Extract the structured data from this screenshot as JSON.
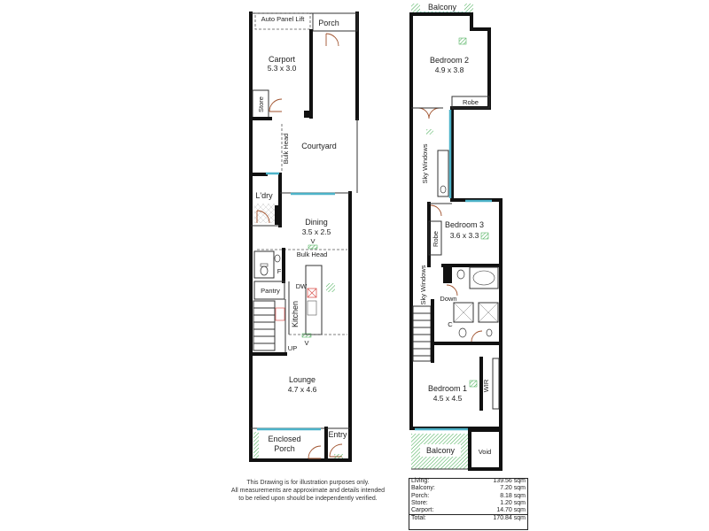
{
  "plan": {
    "ground": {
      "auto_panel_lift": "Auto Panel Lift",
      "porch": "Porch",
      "carport": {
        "name": "Carport",
        "size": "5.3 x 3.0"
      },
      "store": "Store",
      "courtyard": "Courtyard",
      "bulk_head_1": "Bulk Head",
      "laundry": "L'dry",
      "dining": {
        "name": "Dining",
        "size": "3.5 x 2.5"
      },
      "bulk_head_2": "Bulk Head",
      "fridge": "F",
      "pantry": "Pantry",
      "dishwasher": "DW",
      "kitchen": "Kitchen",
      "stairs_up": "UP",
      "v_mark_1": "V",
      "v_mark_2": "V",
      "lounge": {
        "name": "Lounge",
        "size": "4.7 x 4.6"
      },
      "enclosed_porch": {
        "line1": "Enclosed",
        "line2": "Porch"
      },
      "entry": "Entry"
    },
    "upper": {
      "balcony_top": "Balcony",
      "bedroom2": {
        "name": "Bedroom 2",
        "size": "4.9 x 3.8"
      },
      "robe_1": "Robe",
      "sky_windows_1": "Sky Windows",
      "bedroom3": {
        "name": "Bedroom 3",
        "size": "3.6 x 3.3"
      },
      "robe_2": "Robe",
      "sky_windows_2": "Sky Windows",
      "stairs_down": "Down",
      "cupboard": "C",
      "bedroom1": {
        "name": "Bedroom 1",
        "size": "4.5 x 4.5"
      },
      "wir": "WIR",
      "balcony_bottom": "Balcony",
      "void": "Void"
    }
  },
  "disclaimer": {
    "line1": "This Drawing is for illustration purposes only.",
    "line2": "All measurements are approximate and details intended",
    "line3": "to be relied upon should be independently verified."
  },
  "areas": [
    {
      "label": "Living:",
      "value": "139.56 sqm"
    },
    {
      "label": "Balcony:",
      "value": "7.20 sqm"
    },
    {
      "label": "Porch:",
      "value": "8.18 sqm"
    },
    {
      "label": "Store:",
      "value": "1.20 sqm"
    },
    {
      "label": "Carport:",
      "value": "14.70 sqm"
    },
    {
      "label": "Total:",
      "value": "170.84 sqm"
    }
  ],
  "colors": {
    "wall": "#111111",
    "window": "#4cb3c9",
    "door": "#a0522d",
    "fixture_hatch": "#3aa84a",
    "appliance_red": "#d9534f"
  }
}
